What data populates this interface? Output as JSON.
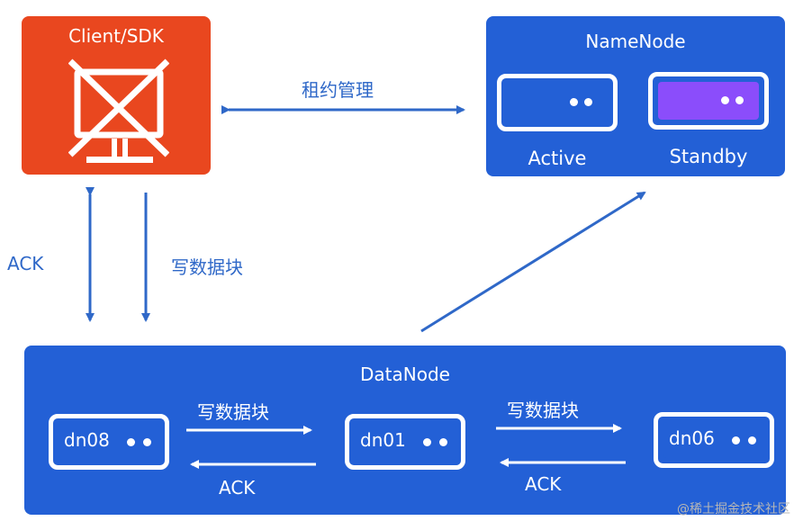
{
  "client": {
    "title": "Client/SDK",
    "icon": "monitor-crossed-icon"
  },
  "namenode": {
    "title": "NameNode",
    "active_label": "Active",
    "standby_label": "Standby",
    "active_color": "#2360d6",
    "standby_color": "#8b4dfb"
  },
  "datanode": {
    "title": "DataNode",
    "nodes": [
      "dn08",
      "dn01",
      "dn06"
    ]
  },
  "edges": {
    "lease_management": "租约管理",
    "ack_left": "ACK",
    "write_block_top": "写数据块",
    "dn_write_1": "写数据块",
    "dn_ack_1": "ACK",
    "dn_write_2": "写数据块",
    "dn_ack_2": "ACK"
  },
  "watermark": "@稀土掘金技术社区",
  "colors": {
    "client": "#e9471f",
    "blue": "#2360d6",
    "arrow": "#2f68c8",
    "white": "#ffffff"
  }
}
